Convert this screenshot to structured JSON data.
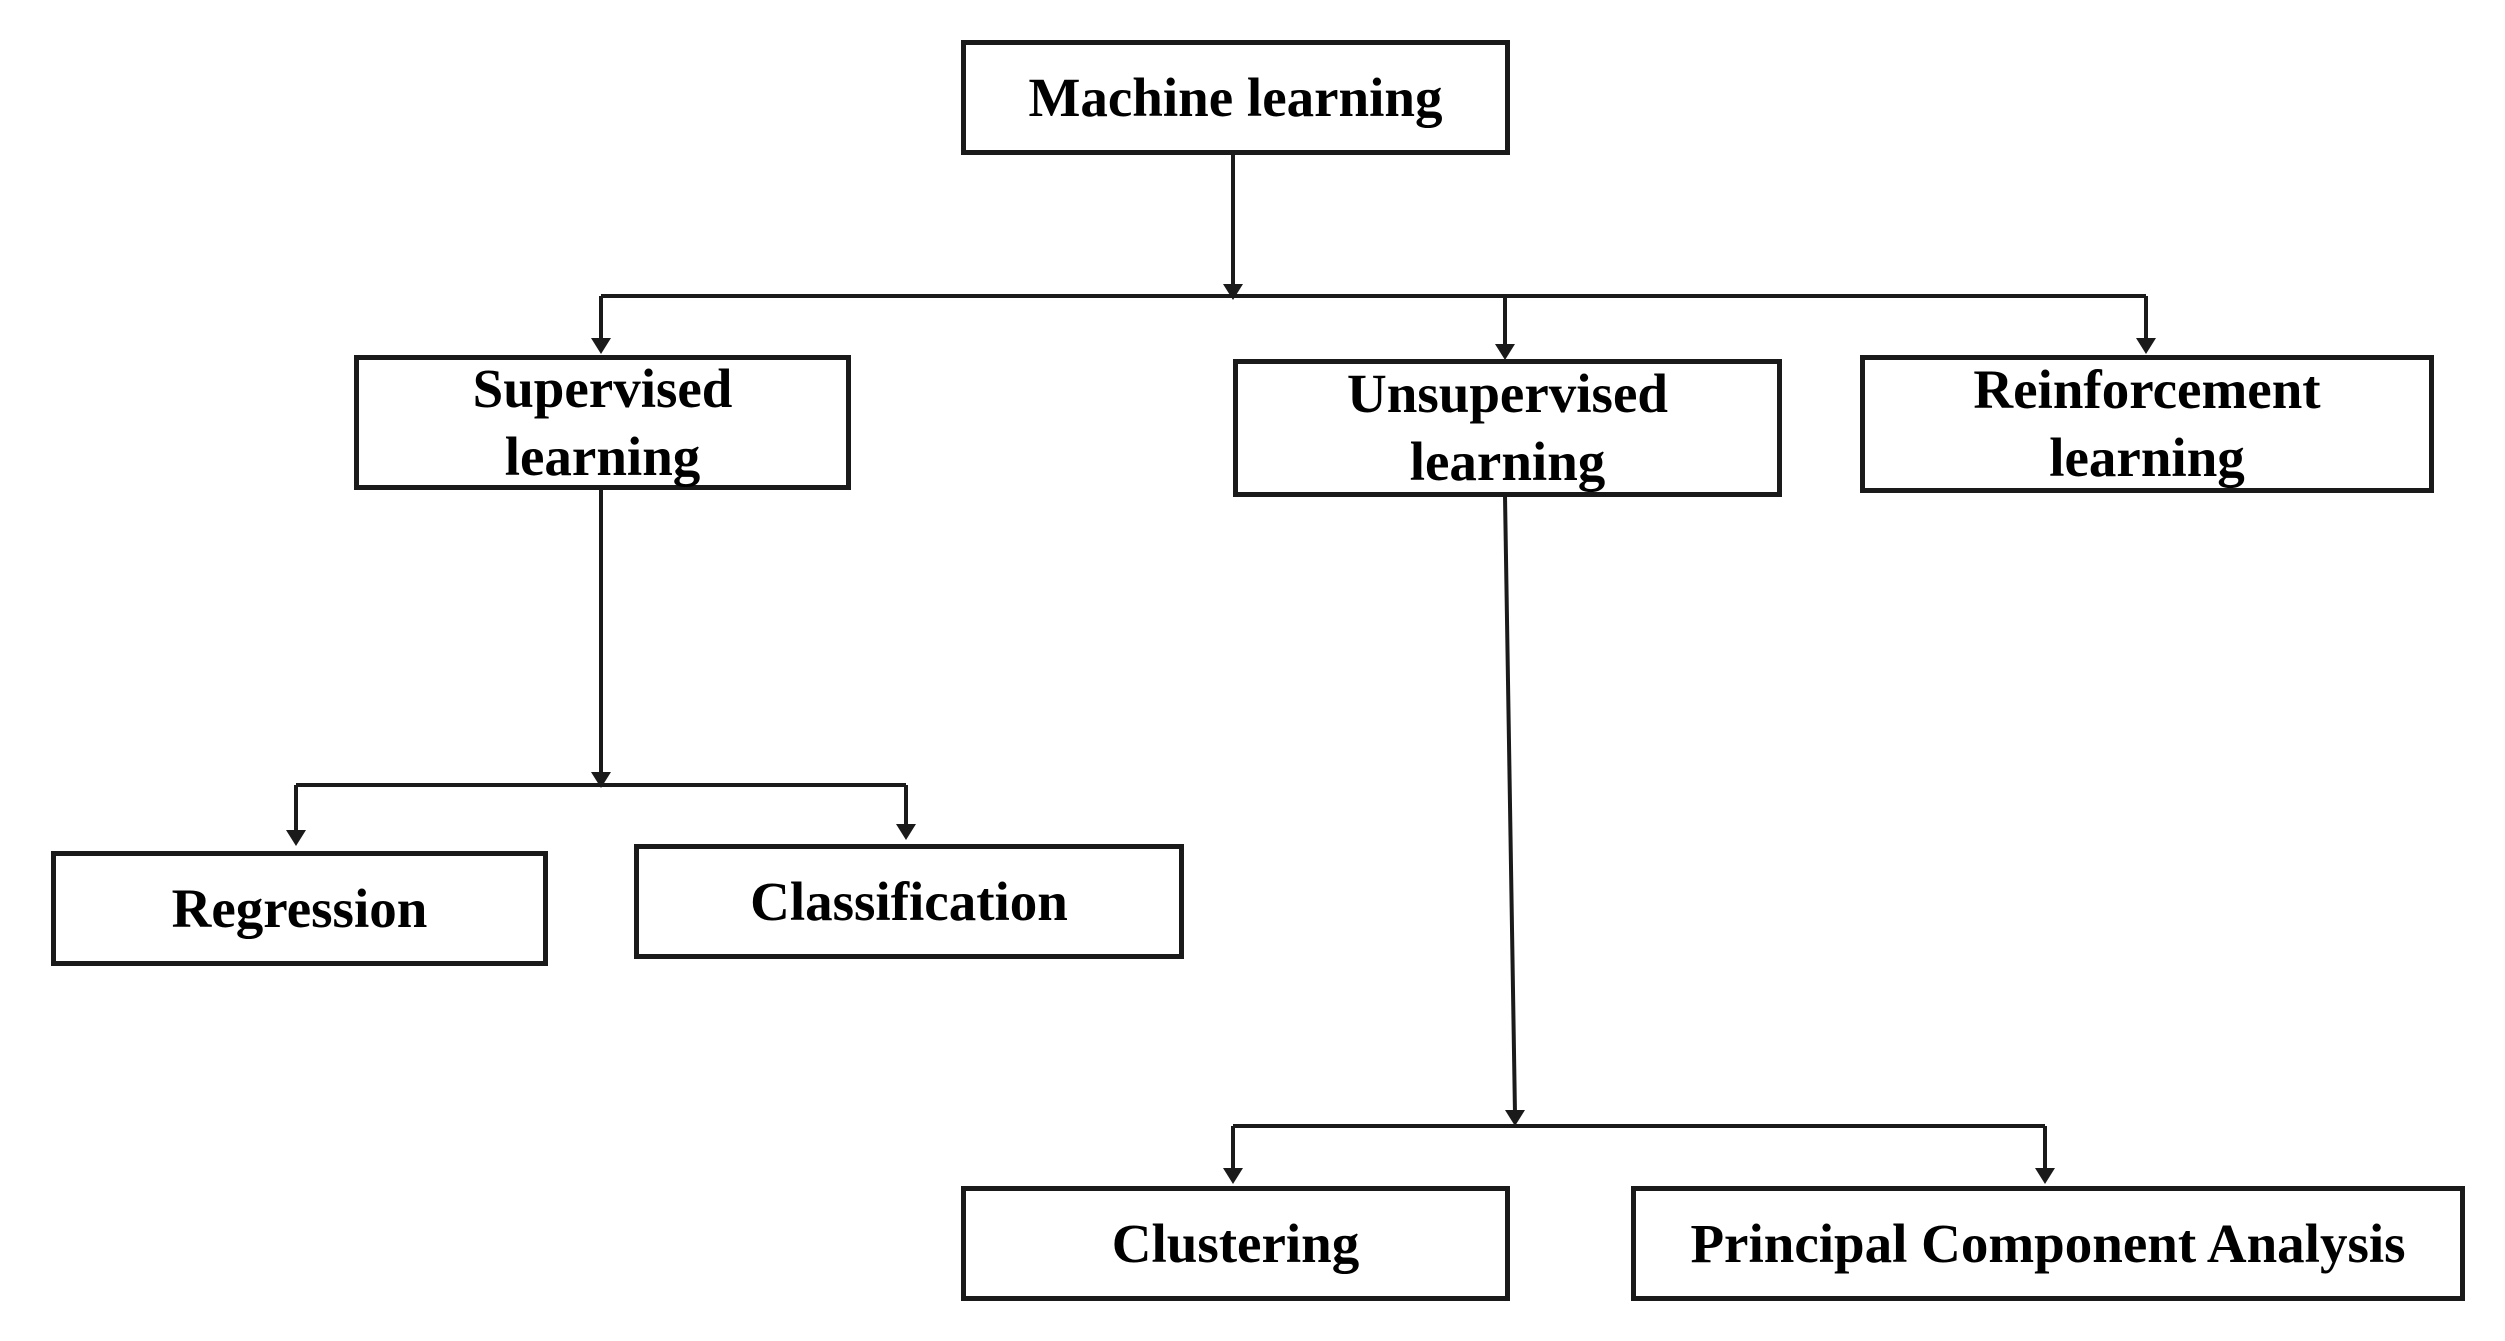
{
  "diagram": {
    "root": {
      "label": "Machine learning"
    },
    "supervised": {
      "line1": "Supervised",
      "line2": "learning"
    },
    "unsupervised": {
      "line1": "Unsupervised",
      "line2": "learning"
    },
    "reinforcement": {
      "line1": "Reinforcement",
      "line2": "learning"
    },
    "regression": {
      "label": "Regression"
    },
    "classification": {
      "label": "Classification"
    },
    "clustering": {
      "label": "Clustering"
    },
    "pca": {
      "label": "Principal Component Analysis"
    }
  },
  "colors": {
    "stroke": "#1a1a1a",
    "text": "#000000",
    "background": "#ffffff"
  }
}
